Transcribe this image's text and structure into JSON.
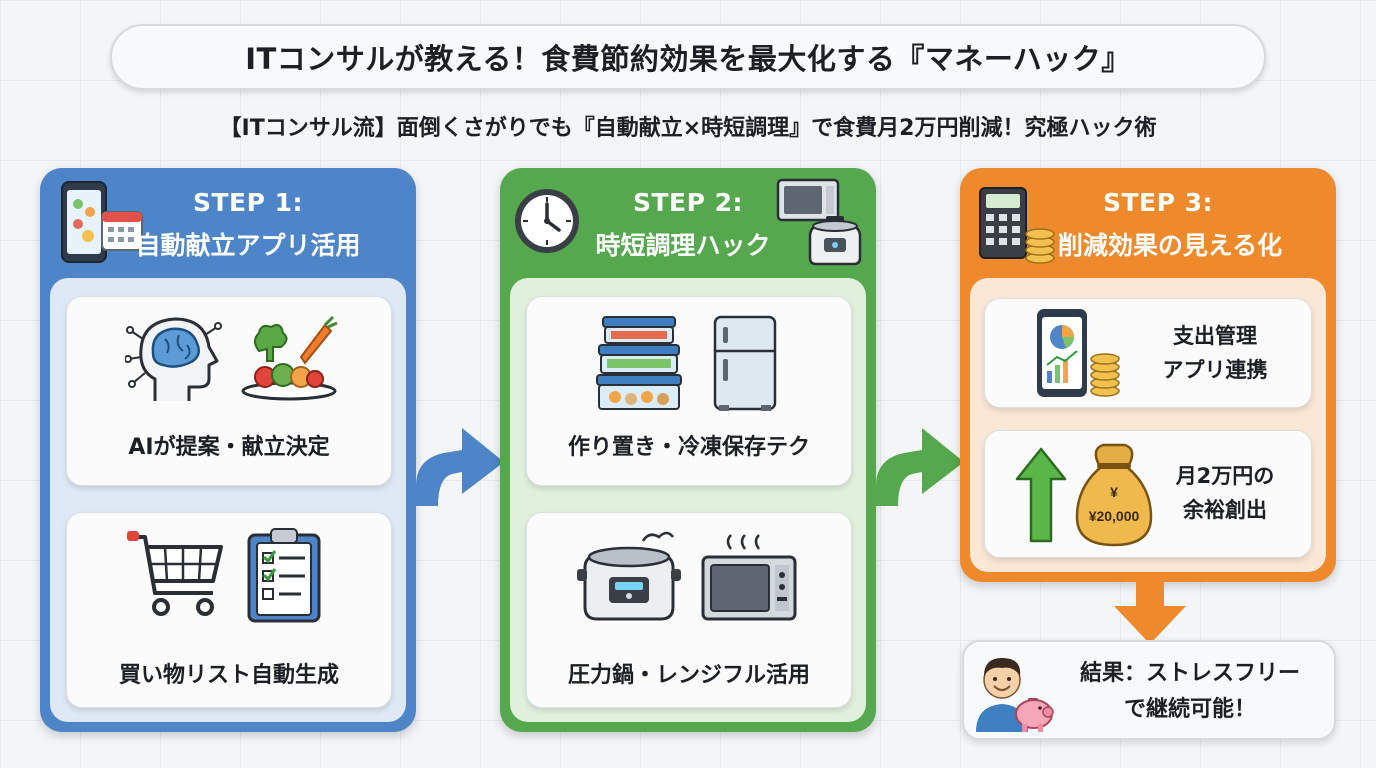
{
  "title": "ITコンサルが教える！食費節約効果を最大化する『マネーハック』",
  "subtitle": "【ITコンサル流】面倒くさがりでも『自動献立×時短調理』で食費月2万円削減！究極ハック術",
  "colors": {
    "step1": "#4d85c8",
    "step2": "#55a84e",
    "step3": "#ef8a2c",
    "step1_body": "#dfe9f5",
    "step2_body": "#e1f0dc",
    "step3_body": "#fbe7d6"
  },
  "steps": [
    {
      "number": "STEP 1:",
      "title": "自動献立アプリ活用",
      "header_icon": "smartphone-calendar-icon",
      "cards": [
        {
          "label": "AIが提案・献立決定",
          "icons": [
            "ai-brain-icon",
            "vegetable-plate-icon"
          ]
        },
        {
          "label": "買い物リスト自動生成",
          "icons": [
            "shopping-cart-icon",
            "checklist-clipboard-icon"
          ]
        }
      ]
    },
    {
      "number": "STEP 2:",
      "title": "時短調理ハック",
      "header_icons": [
        "clock-icon",
        "microwave-rice-cooker-icon"
      ],
      "cards": [
        {
          "label": "作り置き・冷凍保存テク",
          "icons": [
            "food-containers-icon",
            "refrigerator-icon"
          ]
        },
        {
          "label": "圧力鍋・レンジフル活用",
          "icons": [
            "pressure-cooker-icon",
            "microwave-icon"
          ]
        }
      ]
    },
    {
      "number": "STEP 3:",
      "title": "削減効果の見える化",
      "header_icon": "calculator-coins-icon",
      "cards": [
        {
          "label_line1": "支出管理",
          "label_line2": "アプリ連携",
          "icon": "finance-app-icon"
        },
        {
          "label_line1": "月2万円の",
          "label_line2": "余裕創出",
          "icon": "money-bag-icon",
          "bag_text": "¥20,000",
          "bag_symbol": "¥"
        }
      ]
    }
  ],
  "result": {
    "line1": "結果：ストレスフリー",
    "line2": "で継続可能！",
    "icon": "person-piggy-bank-icon"
  }
}
